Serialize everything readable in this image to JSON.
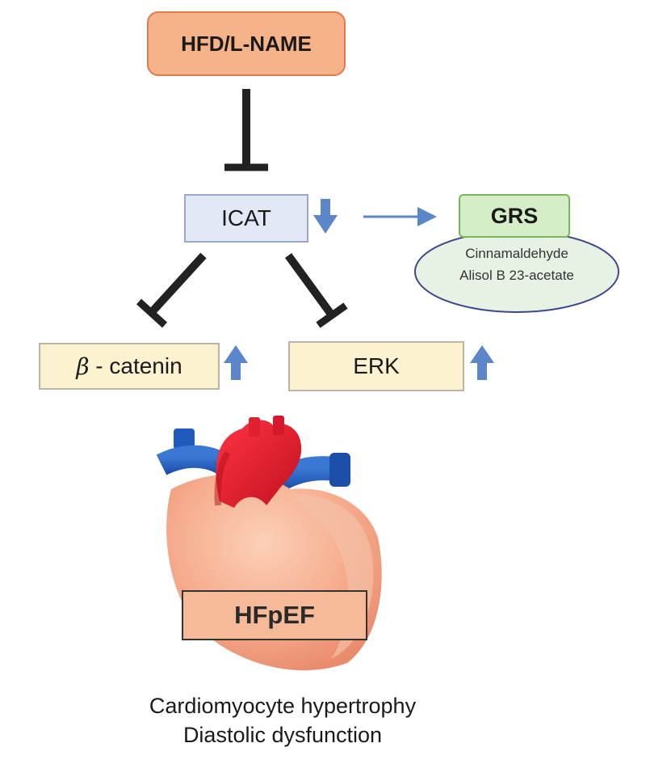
{
  "nodes": {
    "hfd": "HFD/L-NAME",
    "icat": "ICAT",
    "grs": "GRS",
    "compound_1": "Cinnamaldehyde",
    "compound_2": "Alisol B 23-acetate",
    "beta_symbol": "β",
    "beta_text": " - catenin",
    "erk": "ERK",
    "hfpef": "HFpEF"
  },
  "outcome": {
    "line1": "Cardiomyocyte hypertrophy",
    "line2": "Diastolic dysfunction"
  },
  "colors": {
    "hfd_fill": "#f6b38a",
    "icat_fill": "#e3e8f6",
    "grs_fill": "#d6eec8",
    "ellipse_fill": "#e8f2e4",
    "target_fill": "#fdf2cf",
    "hfpef_fill": "#f7ba98",
    "arrow_blue": "#5b86c9",
    "inhibit_line": "#222222"
  }
}
